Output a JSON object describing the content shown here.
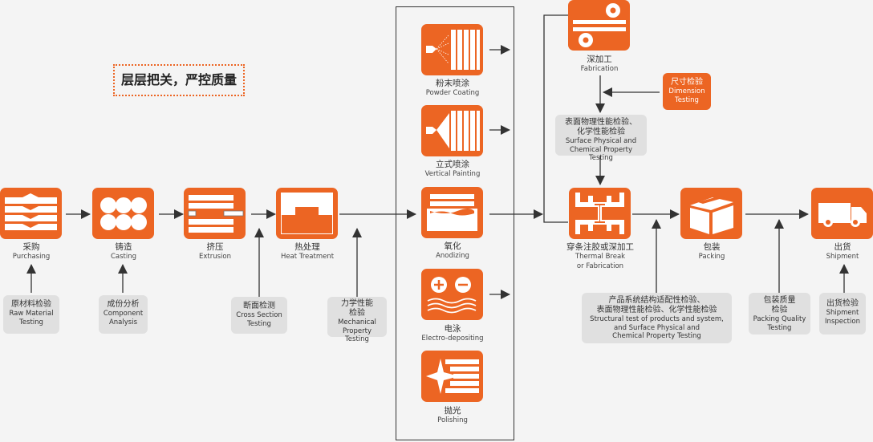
{
  "slogan": "层层把关，严控质量",
  "colors": {
    "accent": "#ec6523",
    "check_bg": "#e0e0e0",
    "line": "#333333",
    "background": "#f4f4f4"
  },
  "main_steps": [
    {
      "cn": "采购",
      "en": "Purchasing",
      "icon": "aluminum-profile-stack-icon"
    },
    {
      "cn": "铸造",
      "en": "Casting",
      "icon": "billets-icon"
    },
    {
      "cn": "挤压",
      "en": "Extrusion",
      "icon": "extrusion-press-icon"
    },
    {
      "cn": "热处理",
      "en": "Heat Treatment",
      "icon": "furnace-icon"
    }
  ],
  "finish_options": [
    {
      "cn": "粉末喷涂",
      "en": "Powder Coating",
      "icon": "spray-gun-icon"
    },
    {
      "cn": "立式喷涂",
      "en": "Vertical Painting",
      "icon": "vertical-spray-icon"
    },
    {
      "cn": "氧化",
      "en": "Anodizing",
      "icon": "anodizing-tank-icon"
    },
    {
      "cn": "电泳",
      "en": "Electro-depositing",
      "icon": "plus-minus-waves-icon"
    },
    {
      "cn": "抛光",
      "en": "Polishing",
      "icon": "sparkle-shine-icon"
    }
  ],
  "fabrication": {
    "cn": "深加工",
    "en": "Fabrication",
    "icon": "cutting-rollers-icon"
  },
  "thermal_break": {
    "cn": "穿条注胶或深加工",
    "en1": "Thermal Break",
    "en2": "or Fabrication",
    "icon": "thermal-break-profile-icon"
  },
  "packing": {
    "cn": "包装",
    "en": "Packing",
    "icon": "box-icon"
  },
  "shipment": {
    "cn": "出货",
    "en": "Shipment",
    "icon": "truck-icon"
  },
  "checks": {
    "raw_material": {
      "cn": "原材料检验",
      "en": "Raw Material Testing"
    },
    "component": {
      "cn": "成份分析",
      "en": "Component Analysis"
    },
    "cross_section": {
      "cn": "断面检测",
      "en": "Cross Section Testing"
    },
    "mechanical": {
      "cn1": "力学性能",
      "cn2": "检验",
      "en": "Mechanical Property Testing"
    },
    "dimension": {
      "cn": "尺寸检验",
      "en": "Dimension Testing"
    },
    "surface": {
      "cn1": "表面物理性能检验、",
      "cn2": "化学性能检验",
      "en1": "Surface Physical and",
      "en2": "Chemical Property Testing"
    },
    "structural": {
      "cn1": "产品系统结构适配性检验、",
      "cn2": "表面物理性能检验、化学性能检验",
      "en1": "Structural test of products and system,",
      "en2": "and Surface Physical and",
      "en3": "Chemical Property Testing"
    },
    "packing_quality": {
      "cn1": "包装质量",
      "cn2": "检验",
      "en": "Packing Quality Testing"
    },
    "shipment_inspection": {
      "cn": "出货检验",
      "en": "Shipment Inspection"
    }
  }
}
